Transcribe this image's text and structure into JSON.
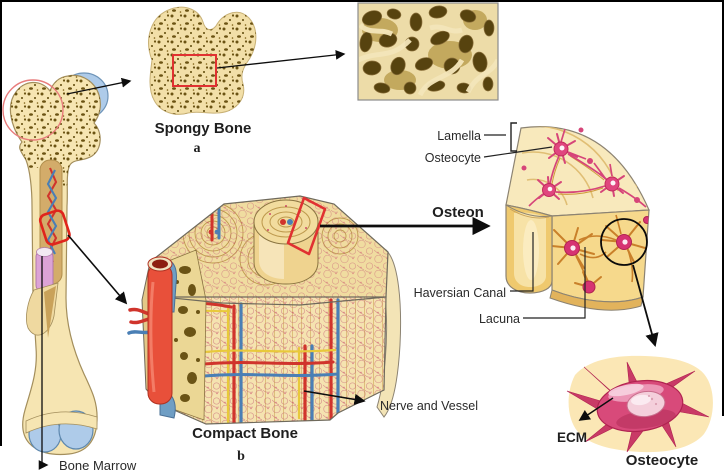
{
  "figure": {
    "type": "anatomy-diagram",
    "subject": "Bone structure: spongy bone, compact bone, osteon, osteocyte"
  },
  "labels": {
    "spongy_bone": "Spongy Bone",
    "marker_a": "a",
    "compact_bone": "Compact Bone",
    "marker_b": "b",
    "osteon": "Osteon",
    "lamella": "Lamella",
    "osteocyte_top": "Osteocyte",
    "haversian_canal": "Haversian Canal",
    "lacuna": "Lacuna",
    "nerve_and_vessel": "Nerve and Vessel",
    "bone_marrow": "Bone Marrow",
    "ecm": "ECM",
    "osteocyte_cell": "Osteocyte"
  },
  "colors": {
    "bone_cream": "#F6E5B2",
    "bone_tan": "#E3C887",
    "trabecular_dark": "#57430F",
    "cartilage_blue": "#AECBE9",
    "artery_red": "#E8503A",
    "vein_blue": "#4A7FB5",
    "nerve_yellow": "#E8C93A",
    "cell_pink": "#D63372",
    "marrow_pink": "#DCA3D6",
    "annotation_red": "#E03131",
    "text": "#1F1F1F"
  }
}
